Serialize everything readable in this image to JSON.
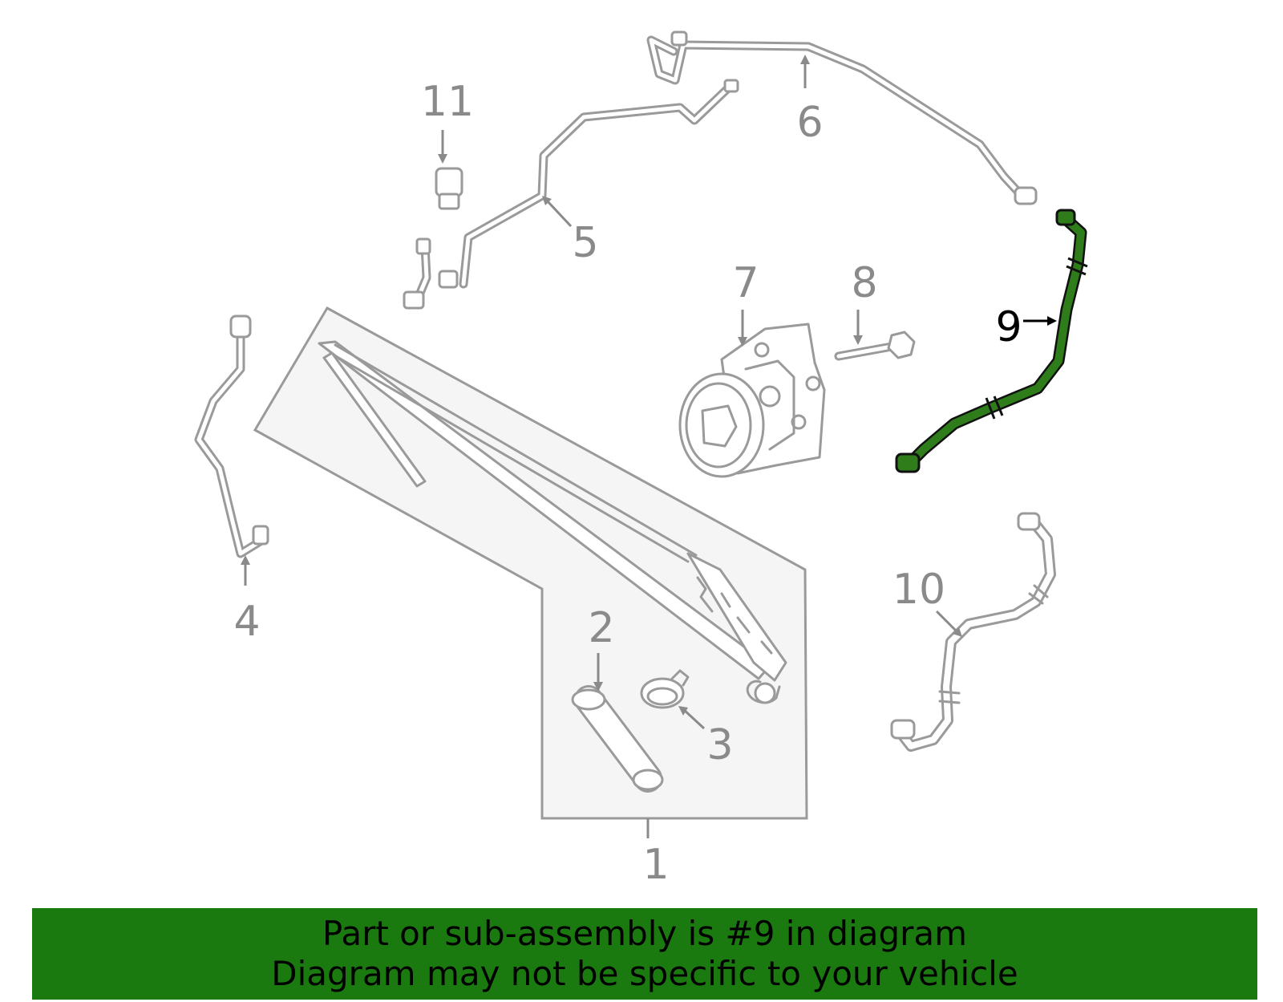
{
  "callouts": {
    "c1": "1",
    "c2": "2",
    "c3": "3",
    "c4": "4",
    "c5": "5",
    "c6": "6",
    "c7": "7",
    "c8": "8",
    "c9": "9",
    "c10": "10",
    "c11": "11"
  },
  "highlighted_part": "9",
  "colors": {
    "highlight": "#2e7d1a",
    "banner": "#1a7a10",
    "outline": "#9a9a9a"
  },
  "banner": {
    "line1": "Part or sub-assembly is #9 in diagram",
    "line2": "Diagram may not be specific to your vehicle"
  }
}
